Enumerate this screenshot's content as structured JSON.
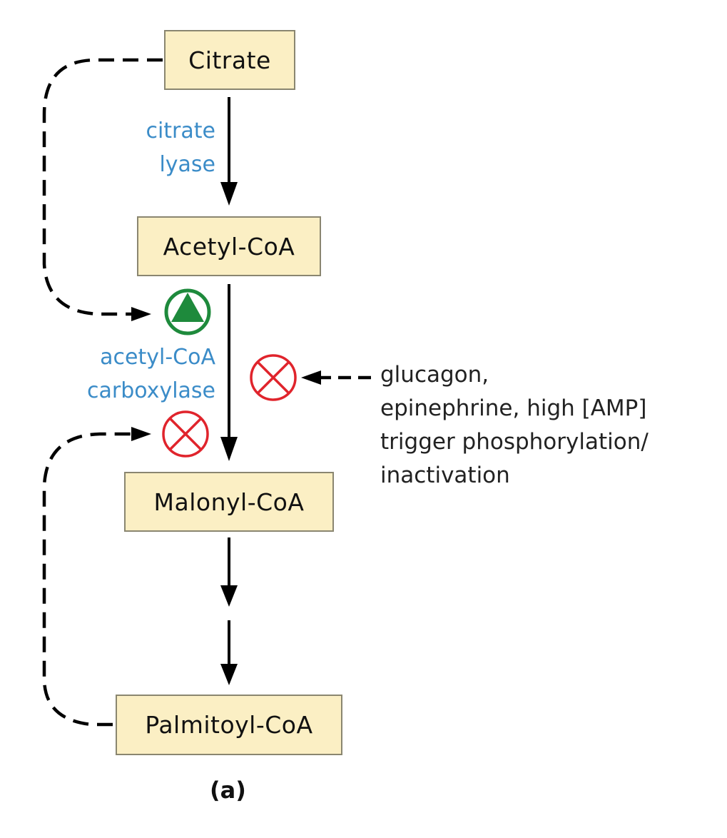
{
  "figure": {
    "caption": "(a)",
    "metabolites": [
      {
        "id": "citrate",
        "label": "Citrate"
      },
      {
        "id": "acetyl-coa",
        "label": "Acetyl-CoA"
      },
      {
        "id": "malonyl-coa",
        "label": "Malonyl-CoA"
      },
      {
        "id": "palmitoyl-coa",
        "label": "Palmitoyl-CoA"
      }
    ],
    "enzymes": [
      {
        "id": "citrate-lyase",
        "lines": [
          "citrate",
          "lyase"
        ]
      },
      {
        "id": "acetyl-coa-carboxylase",
        "lines": [
          "acetyl-CoA",
          "carboxylase"
        ]
      }
    ],
    "regulators": [
      {
        "from": "Citrate",
        "effect": "activation",
        "symbol": "plus-triangle-circle",
        "color": "#1e8a3c"
      },
      {
        "from": "Palmitoyl-CoA",
        "effect": "inhibition",
        "symbol": "x-circle",
        "color": "#e0242c"
      },
      {
        "from": "hormonal signals",
        "effect": "inhibition",
        "symbol": "x-circle",
        "color": "#e0242c"
      }
    ],
    "hormone_note": {
      "lines": [
        "glucagon,",
        "epinephrine, high [AMP]",
        "trigger phosphorylation/",
        "inactivation"
      ]
    },
    "colors": {
      "box_fill": "#fbefc4",
      "box_border": "#8a8670",
      "enzyme_text": "#3b8cc8",
      "activator": "#1e8a3c",
      "inhibitor": "#e0242c"
    }
  }
}
